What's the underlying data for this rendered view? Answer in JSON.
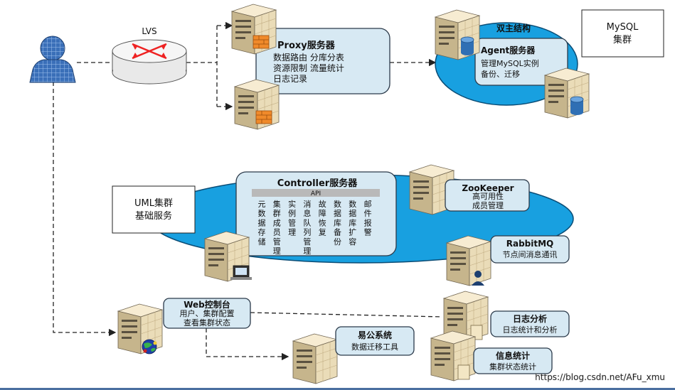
{
  "lvs": {
    "label": "LVS"
  },
  "proxy": {
    "title": "Proxy服务器",
    "lines": [
      "数据路由 分库分表",
      "资源限制 流量统计",
      "日志记录"
    ]
  },
  "mysql": {
    "dual_master": "双主结构",
    "agent_title": "Agent服务器",
    "agent_lines": [
      "管理MySQL实例",
      "备份、迁移"
    ],
    "cluster_lines": [
      "MySQL",
      "集群"
    ]
  },
  "uml": {
    "lines": [
      "UML集群",
      "基础服务"
    ]
  },
  "controller": {
    "title": "Controller服务器",
    "api_label": "API",
    "columns": [
      [
        "元",
        "数",
        "据",
        "存",
        "储"
      ],
      [
        "集",
        "群",
        "成",
        "员",
        "管",
        "理"
      ],
      [
        "实",
        "例",
        "管",
        "理"
      ],
      [
        "消",
        "息",
        "队",
        "列",
        "管",
        "理"
      ],
      [
        "故",
        "障",
        "恢",
        "复"
      ],
      [
        "数",
        "据",
        "库",
        "备",
        "份"
      ],
      [
        "数",
        "据",
        "库",
        "扩",
        "容"
      ],
      [
        "邮",
        "件",
        "报",
        "警"
      ]
    ]
  },
  "zookeeper": {
    "title": "ZooKeeper",
    "lines": [
      "高可用性",
      "成员管理"
    ]
  },
  "rabbitmq": {
    "title": "RabbitMQ",
    "lines": [
      "节点间消息通讯"
    ]
  },
  "web": {
    "title": "Web控制台",
    "lines": [
      "用户、集群配置",
      "查看集群状态"
    ]
  },
  "yigong": {
    "title": "易公系统",
    "lines": [
      "数据迁移工具"
    ]
  },
  "log_analysis": {
    "title": "日志分析",
    "lines": [
      "日志统计和分析"
    ]
  },
  "info_stats": {
    "title": "信息统计",
    "lines": [
      "集群状态统计"
    ]
  },
  "watermark": "https://blog.csdn.net/AFu_xmu",
  "colors": {
    "ellipse": "#18a0e0",
    "panel": "#d7e9f3",
    "server": "#eadcb8",
    "firewall": "#f08a2a",
    "database": "#2f6fb4",
    "user": "#3a6fb8"
  }
}
